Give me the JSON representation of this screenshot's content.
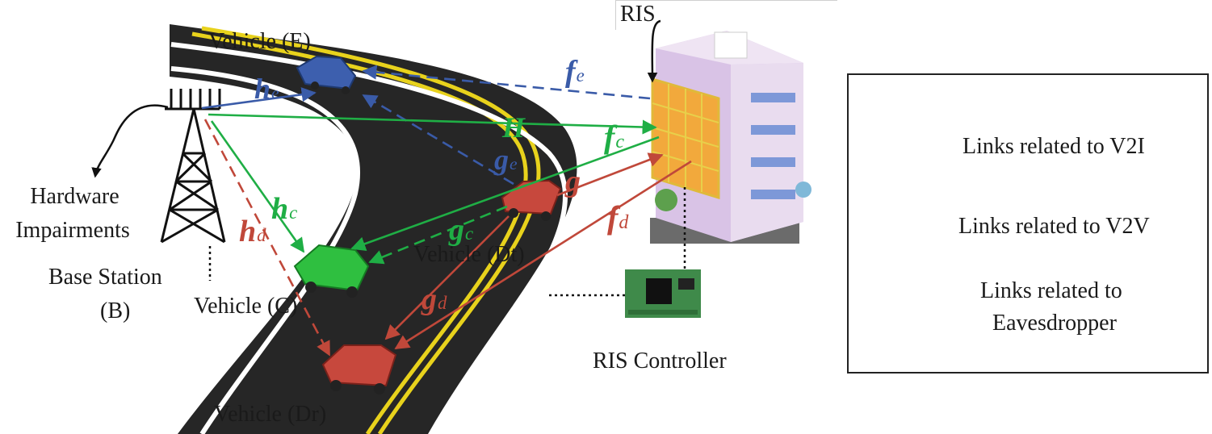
{
  "labels": {
    "vehicle_e": "Vehicle (E)",
    "vehicle_c": "Vehicle (C)",
    "vehicle_dt": "Vehicle (Dt)",
    "vehicle_dr": "Vehicle (Dr)",
    "hardware": "Hardware",
    "impairments": "Impairments",
    "base_station": "Base Station",
    "base_station_id": "(B)",
    "ris": "RIS",
    "ris_controller": "RIS Controller"
  },
  "channels": {
    "he": {
      "sym": "h",
      "sub": "e",
      "color": "#3a5ba8"
    },
    "fe": {
      "sym": "f",
      "sub": "e",
      "color": "#3a5ba8"
    },
    "ge": {
      "sym": "g",
      "sub": "e",
      "color": "#3a5ba8"
    },
    "H": {
      "sym": "H",
      "sub": "",
      "color": "#1fae45"
    },
    "fc": {
      "sym": "f",
      "sub": "c",
      "color": "#1fae45"
    },
    "hc": {
      "sym": "h",
      "sub": "c",
      "color": "#1fae45"
    },
    "gc": {
      "sym": "g",
      "sub": "c",
      "color": "#1fae45"
    },
    "g": {
      "sym": "g",
      "sub": "",
      "color": "#c0483a"
    },
    "fd": {
      "sym": "f",
      "sub": "d",
      "color": "#c0483a"
    },
    "hd": {
      "sym": "h",
      "sub": "d",
      "color": "#c0483a"
    },
    "gd": {
      "sym": "g",
      "sub": "d",
      "color": "#c0483a"
    }
  },
  "legend": {
    "v2i": "Links related to V2I",
    "v2v": "Links related to V2V",
    "eve_line1": "Links related to",
    "eve_line2": "Eavesdropper"
  },
  "colors": {
    "v2i": "#1fae45",
    "v2v": "#c0483a",
    "eavesdropper": "#3a5ba8",
    "road": "#262626",
    "lane_yellow": "#e8d21c"
  }
}
